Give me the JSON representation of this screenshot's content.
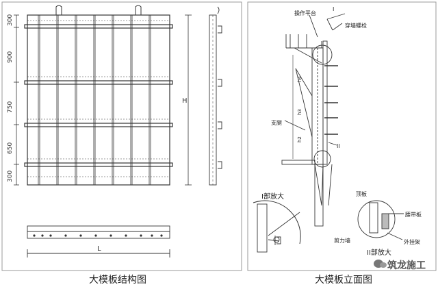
{
  "left_panel": {
    "caption": "大模板结构图",
    "dims_vertical": [
      "300",
      "900",
      "750",
      "650",
      "300"
    ],
    "height_label": "H",
    "length_label": "L"
  },
  "right_panel": {
    "caption": "大模板立面图",
    "labels": {
      "platform": "操作平台",
      "section_1": "I",
      "wall_bolt": "穿墙螺栓",
      "h4": "h4",
      "h3": "h3",
      "h2": "h2",
      "brace": "支腿",
      "section_2": "II",
      "detail_1": "I部放大",
      "detail_2": "II部放大",
      "top_plate": "顶板",
      "waist_plate": "腰带板",
      "shear_wall": "剪力墙",
      "outer_frame": "外挂架"
    }
  },
  "watermark": "筑龙施工"
}
